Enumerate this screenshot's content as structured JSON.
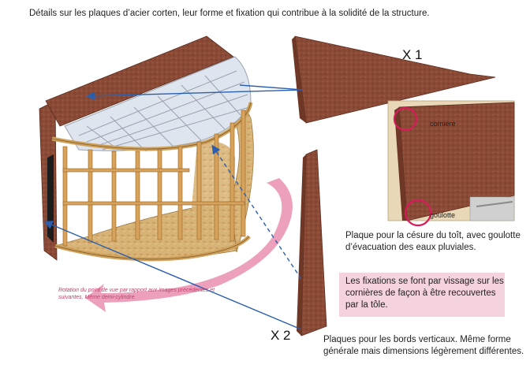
{
  "title": "Détails sur les plaques d’acier corten, leur forme et fixation qui contribue à la solidité de la structure.",
  "labels": {
    "x1": "X 1",
    "x2": "X 2",
    "corniere": "cornière",
    "goulotte": "goulotte"
  },
  "rotation_note": "Rotation du point de vue par rapport aux images précédentes et suivantes. Même demi-cylindre.",
  "descriptions": {
    "roof_plate": "Plaque pour la césure du toît, avec goulotte d’évacuation des eaux pluviales.",
    "fixings": "Les fixations se font par vissage sur les cornières de façon à être recouvertes par la tôle.",
    "edge_plates": "Plaques pour les bords verticaux. Même forme générale mais dimensions légèrement différentes."
  },
  "colors": {
    "corten": "#8a4a35",
    "timber": "#d9a25a",
    "osb": "#d8b377",
    "arrow_blue": "#2a5fb0",
    "rotation_pink": "#e98fb0",
    "highlight_circle": "#d81b5a",
    "pink_box": "#f5d3de"
  }
}
